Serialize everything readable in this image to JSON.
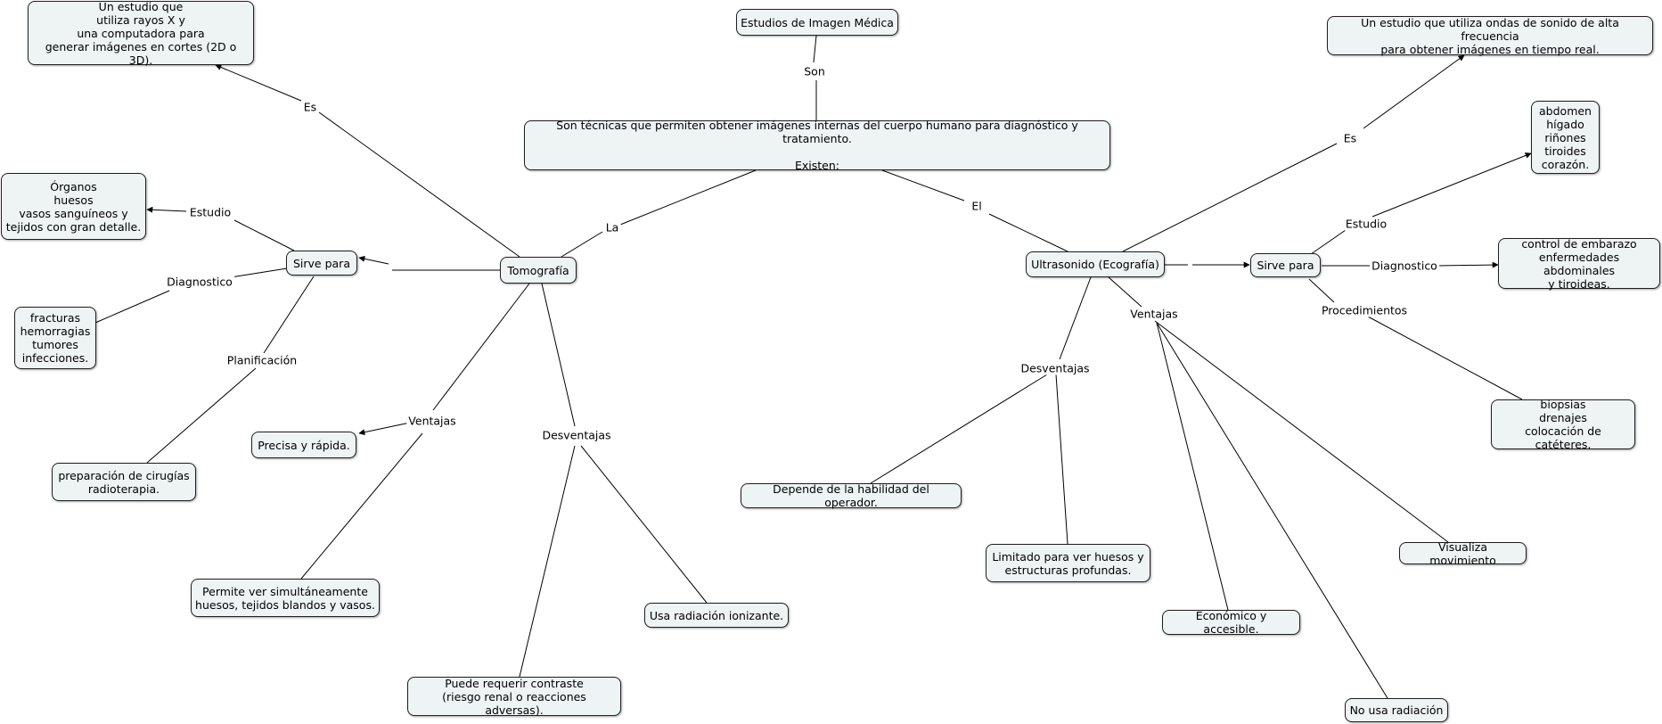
{
  "nodes": {
    "root": "Estudios de Imagen Médica",
    "definicion": "Son técnicas que permiten obtener imágenes internas del cuerpo humano para diagnóstico y tratamiento.\n\nExisten:",
    "tomografia": "Tomografía",
    "tomo_def": "Un estudio que\nutiliza rayos X y\nuna computadora para\ngenerar imágenes en cortes (2D o 3D).",
    "tomo_sirve": "Sirve para",
    "tomo_estudio": "Órganos\nhuesos\nvasos sanguíneos y\ntejidos con gran detalle.",
    "tomo_diag": "fracturas\nhemorragias\ntumores\ninfecciones.",
    "tomo_planif": "preparación de cirugías\nradioterapia.",
    "tomo_precisa": "Precisa y rápida.",
    "tomo_permite": "Permite ver simultáneamente\nhuesos, tejidos blandos y vasos.",
    "tomo_radiacion": "Usa radiación ionizante.",
    "tomo_contraste": "Puede requerir contraste\n(riesgo renal o reacciones adversas).",
    "ultrasonido": "Ultrasonido (Ecografía)",
    "ultra_def": "Un estudio que utiliza ondas de sonido de alta frecuencia\npara obtener imágenes en tiempo real.",
    "ultra_sirve": "Sirve para",
    "ultra_estudio": "abdomen\nhígado\nriñones\ntiroides\ncorazón.",
    "ultra_diag": "control de embarazo\nenfermedades abdominales\ny tiroideas.",
    "ultra_proc": "biopsias\ndrenajes\ncolocación de catéteres.",
    "ultra_operador": "Depende de la habilidad del operador.",
    "ultra_limitado": "Limitado para ver huesos y\nestructuras profundas.",
    "ultra_economico": "Económico y accesible.",
    "ultra_movimiento": "Visualiza movimiento",
    "ultra_noradiacion": "No usa radiación"
  },
  "labels": {
    "son": "Son",
    "la": "La",
    "el": "El",
    "tomo_es": "Es",
    "tomo_estudio": "Estudio",
    "tomo_diagnostico": "Diagnostico",
    "tomo_planificacion": "Planificación",
    "tomo_ventajas": "Ventajas",
    "tomo_desventajas": "Desventajas",
    "ultra_es": "Es",
    "ultra_estudio": "Estudio",
    "ultra_diagnostico": "Diagnostico",
    "ultra_procedimientos": "Procedimientos",
    "ultra_ventajas": "Ventajas",
    "ultra_desventajas": "Desventajas"
  },
  "colors": {
    "node_fill": "#eef3f4",
    "node_border": "#1f1f1f",
    "edge": "#000000"
  }
}
